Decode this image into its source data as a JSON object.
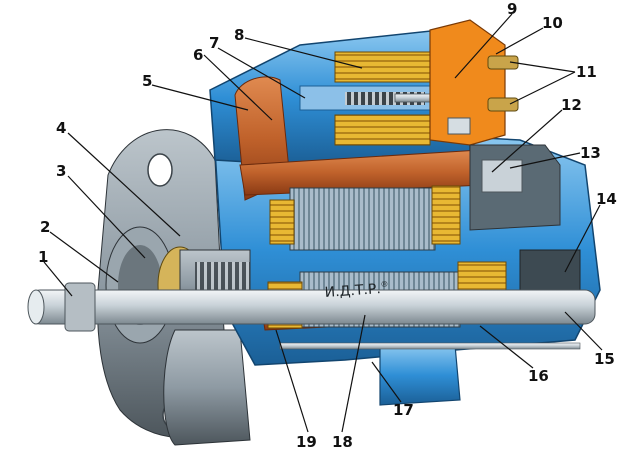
{
  "diagram": {
    "shaft_text": "И.Д.Т.Р.",
    "shaft_trademark": "®",
    "callouts": [
      "1",
      "2",
      "3",
      "4",
      "5",
      "6",
      "7",
      "8",
      "9",
      "10",
      "11",
      "12",
      "13",
      "14",
      "15",
      "16",
      "17",
      "18",
      "19"
    ]
  },
  "colors": {
    "housing_blue": "#2f8fd6",
    "housing_light": "#8cc8f0",
    "housing_gray": "#8e9aa3",
    "housing_dark": "#4d565c",
    "copper": "#c0622b",
    "copper_dark": "#8a3a14",
    "winding_yellow": "#e8b833",
    "coil_orange": "#f08a1c",
    "armature_steel": "#8fa4b2",
    "shaft_silver": "#dfe6ea"
  }
}
